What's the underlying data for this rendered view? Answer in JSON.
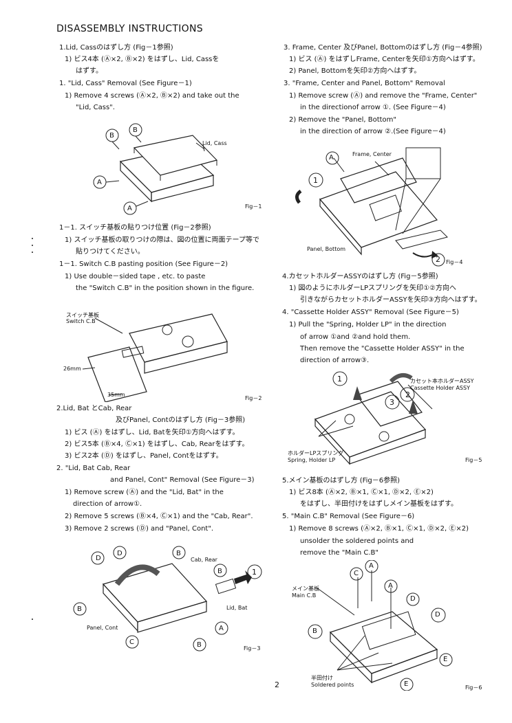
{
  "title": "DISASSEMBLY  INSTRUCTIONS",
  "page_number": "2",
  "sections": {
    "s1_jp_head": "1.Lid, Cassのはずし方 (Fig－1参照)",
    "s1_jp_1": "1) ビス4本 (Ⓐ×2, Ⓑ×2) をはずし、Lid, Cassを",
    "s1_jp_2": "はずす。",
    "s1_en_head": "1. \"Lid, Cass\"  Removal  (See  Figure－1)",
    "s1_en_1": "1) Remove  4  screws   (Ⓐ×2, Ⓑ×2)   and  take  out  the",
    "s1_en_2": "\"Lid, Cass\".",
    "s11_jp_head": "1－1. スイッチ基板の貼りつけ位置 (Fig－2参照)",
    "s11_jp_1": "1) スイッチ基板の取りつけの際は、図の位置に両面テープ等で",
    "s11_jp_2": "貼りつけてください。",
    "s11_en_head": "1－1. Switch C.B pasting position (See Figure－2)",
    "s11_en_1": "1) Use  double－sided  tape , etc. to  paste",
    "s11_en_2": "the  \"Switch  C.B\"  in  the  position  shown  in  the  figure.",
    "s2_jp_head": "2.Lid, Bat とCab, Rear",
    "s2_jp_head2": "及びPanel, Contのはずし方 (Fig－3参照)",
    "s2_jp_1": "1) ビス (Ⓐ) をはずし、Lid, Batを矢印①方向へはずす。",
    "s2_jp_2": "2) ビス5本 (Ⓑ×4, Ⓒ×1) をはずし、Cab, Rearをはずす。",
    "s2_jp_3": "3) ビス2本 (Ⓓ) をはずし、Panel, Contをはずす。",
    "s2_en_head": "2. \"Lid, Bat   Cab, Rear",
    "s2_en_head2": "and  Panel, Cont\"  Removal  (See  Figure－3)",
    "s2_en_1": "1) Remove   screw   (Ⓐ)  and  the   \"Lid, Bat\"   in  the",
    "s2_en_1b": "direction  of  arrow①.",
    "s2_en_2": "2) Remove  5  screws   (Ⓑ×4, Ⓒ×1)   and  the   \"Cab, Rear\".",
    "s2_en_3": "3) Remove  2  screws  (Ⓓ)  and  \"Panel, Cont\".",
    "s3_jp_head": "3. Frame, Center 及びPanel, Bottomのはずし方 (Fig－4参照)",
    "s3_jp_1": "1) ビス (Ⓐ) をはずしFrame, Centerを矢印①方向へはずす。",
    "s3_jp_2": "2) Panel, Bottomを矢印②方向へはずす。",
    "s3_en_head": "3. \"Frame,  Center  and  Panel,  Bottom\"  Removal",
    "s3_en_1": "1) Remove  screw   (Ⓐ)  and  remove  the  \"Frame, Center\"",
    "s3_en_1b": "in  the  directionof  arrow  ①.  (See  Figure－4)",
    "s3_en_2": "2) Remove  the   \"Panel, Bottom\"",
    "s3_en_2b": "in  the  direction  of  arrow  ②.(See  Figure－4)",
    "s4_jp_head": "4.カセットホルダーASSYのはずし方 (Fig－5参照)",
    "s4_jp_1": "1) 図のようにホルダーLPスプリングを矢印①②方向へ",
    "s4_jp_2": "引きながらカセットホルダーASSYを矢印③方向へはずす。",
    "s4_en_head": "4. \"Cassette  Holder  ASSY\"  Removal  (See  Figure－5)",
    "s4_en_1": "1) Pull  the   \"Spring, Holder LP\"   in  the  direction",
    "s4_en_2": "of  arrow  ①and  ②and  hold  them.",
    "s4_en_3": "Then  remove  the   \"Cassette  Holder  ASSY\"   in  the",
    "s4_en_4": "direction  of  arrow③.",
    "s5_jp_head": "5.メイン基板のはずし方 (Fig－6参照)",
    "s5_jp_1": "1) ビス8本 (Ⓐ×2, Ⓑ×1, Ⓒ×1, Ⓓ×2, Ⓔ×2)",
    "s5_jp_2": "をはずし、半田付けをはずしメイン基板をはずす。",
    "s5_en_head": "5. \"Main  C.B\"   Removal  (See  Figure－6)",
    "s5_en_1": "1) Remove  8  screws   (Ⓐ×2, Ⓑ×1, Ⓒ×1, Ⓓ×2, Ⓔ×2)",
    "s5_en_2": "unsolder  the  soldered  points  and",
    "s5_en_3": "remove  the   \"Main  C.B\""
  },
  "figures": {
    "fig1": {
      "caption": "Fig－1",
      "label_lid": "Lid, Cass",
      "A": "A",
      "B": "B"
    },
    "fig2": {
      "caption": "Fig－2",
      "label_jp": "スイッチ基板",
      "label_en": "Switch C.B",
      "dim1": "26mm",
      "dim2": "35mm"
    },
    "fig3": {
      "caption": "Fig－3",
      "label_cab": "Cab, Rear",
      "label_bat": "Lid, Bat",
      "label_panel": "Panel, Cont",
      "num1": "1",
      "A": "A",
      "B": "B",
      "C": "C",
      "D": "D"
    },
    "fig4": {
      "caption": "Fig－4",
      "label_frame": "Frame, Center",
      "label_panel": "Panel, Bottom",
      "num1": "1",
      "num2": "2",
      "A": "A"
    },
    "fig5": {
      "caption": "Fig－5",
      "label_holder_jp": "カセット本ホルダーASSY",
      "label_holder_en": "Cassette Holder ASSY",
      "label_spring_jp": "ホルダーLPスプリング",
      "label_spring_en": "Spring, Holder LP",
      "num1": "1",
      "num2": "2",
      "num3": "3"
    },
    "fig6": {
      "caption": "Fig－6",
      "label_main_jp": "メイン基板",
      "label_main_en": "Main C.B",
      "label_solder_jp": "半田付け",
      "label_solder_en": "Soldered points",
      "A": "A",
      "B": "B",
      "C": "C",
      "D": "D",
      "E": "E"
    }
  }
}
